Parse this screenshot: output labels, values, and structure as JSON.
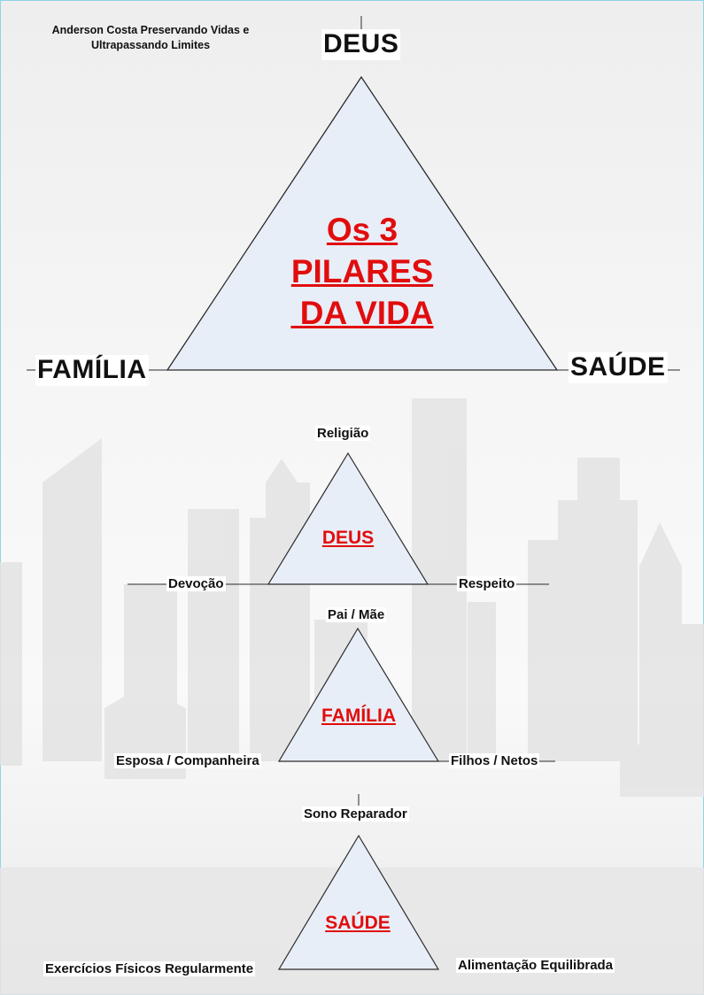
{
  "author": {
    "line1": "Anderson Costa Preservando Vidas e",
    "line2": "Ultrapassando Limites"
  },
  "main_triangle": {
    "top": "DEUS",
    "left": "FAMÍLIA",
    "right": "SAÚDE",
    "center_line1": "Os 3",
    "center_line2": "PILARES",
    "center_line3": " DA VIDA"
  },
  "pillars": [
    {
      "center": "DEUS",
      "top": "Religião",
      "left": "Devoção",
      "right": "Respeito"
    },
    {
      "center": "FAMÍLIA",
      "top": "Pai / Mãe",
      "left": "Esposa / Companheira",
      "right": "Filhos / Netos"
    },
    {
      "center": "SAÚDE",
      "top": "Sono Reparador",
      "left": "Exercícios Físicos Regularmente",
      "right": "Alimentação Equilibrada"
    }
  ],
  "colors": {
    "triangle_fill": "#e8eef8",
    "triangle_stroke": "#2b2b2b",
    "accent_red": "#e10d0d",
    "border": "#8fd3e6"
  }
}
